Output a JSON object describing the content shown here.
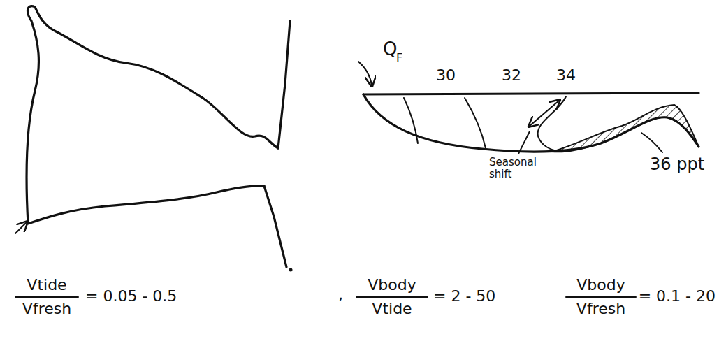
{
  "diagram": {
    "labels": [
      "Q",
      "F",
      "30",
      "32",
      "34",
      "Seasonal shift",
      "36 ppt",
      "Vtide",
      "Vfresh",
      "= 0.05 - 0.5",
      ",",
      "Vbody",
      "Vtide",
      "= 2 - 50",
      "Vbody",
      "Vfresh",
      "= 0.1 - 20"
    ]
  }
}
